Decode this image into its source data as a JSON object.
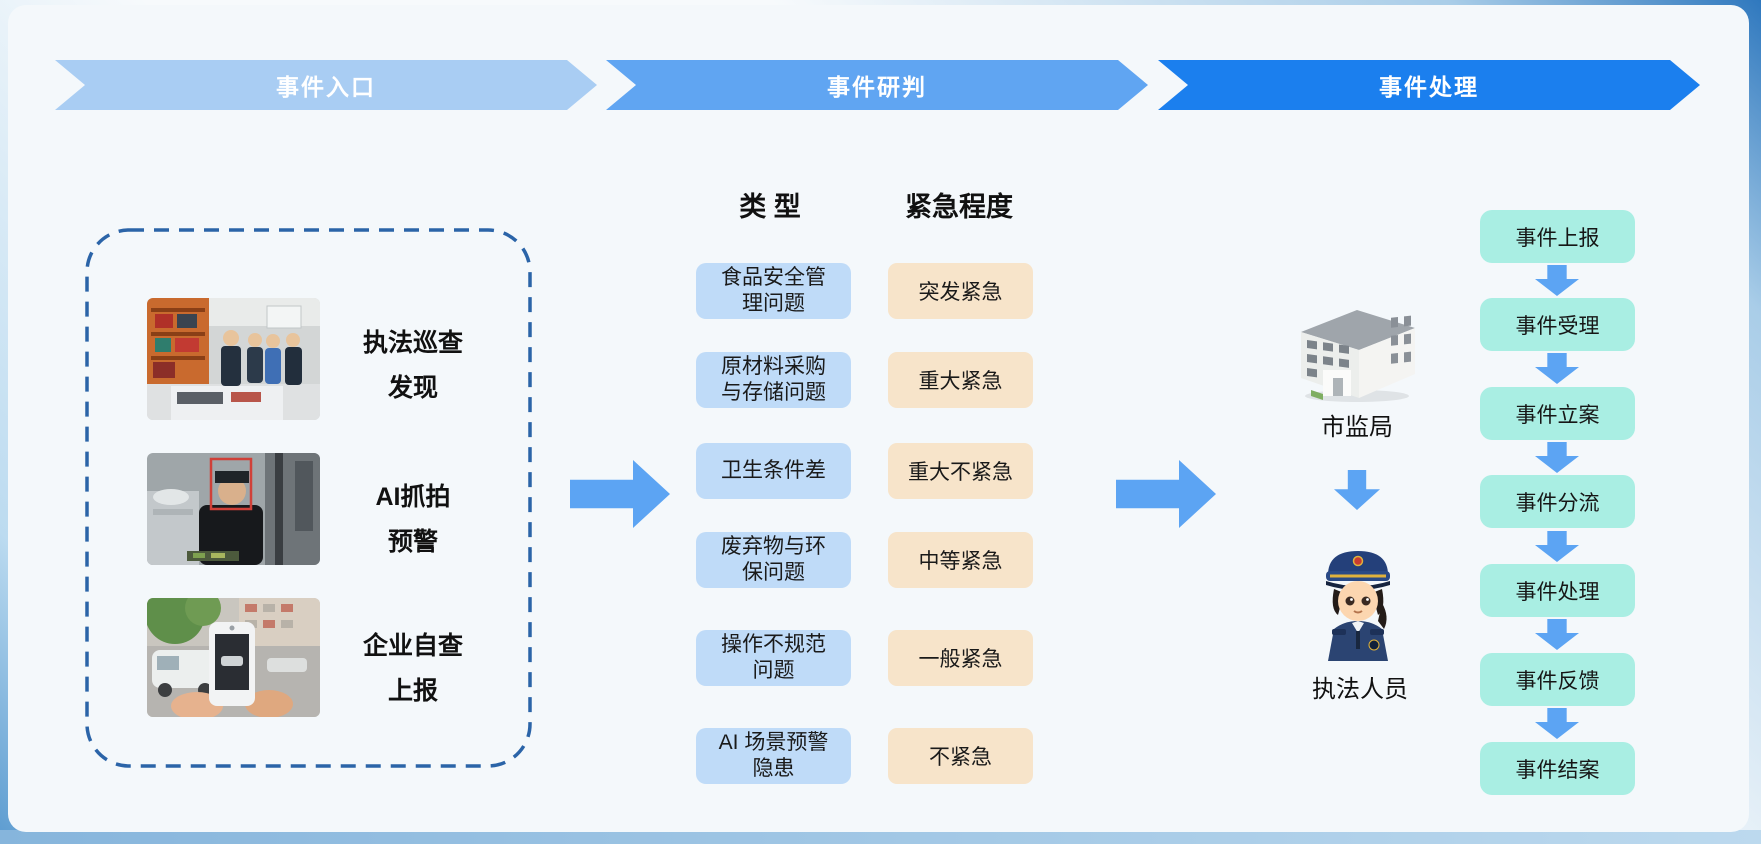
{
  "banners": [
    {
      "label": "事件入口",
      "color": "#a9cdf3"
    },
    {
      "label": "事件研判",
      "color": "#60a5f2"
    },
    {
      "label": "事件处理",
      "color": "#1b7fee"
    }
  ],
  "entry": {
    "items": [
      {
        "photo": "law-enforcement-inspection-photo",
        "label": "执法巡查\n发现"
      },
      {
        "photo": "ai-snapshot-warning-photo",
        "label": "AI抓拍\n预警"
      },
      {
        "photo": "enterprise-self-check-photo",
        "label": "企业自查\n上报"
      }
    ]
  },
  "analysis": {
    "type_header": "类 型",
    "urgency_header": "紧急程度",
    "rows": [
      {
        "type": "食品安全管\n理问题",
        "urgency": "突发紧急"
      },
      {
        "type": "原材料采购\n与存储问题",
        "urgency": "重大紧急"
      },
      {
        "type": "卫生条件差",
        "urgency": "重大不紧急"
      },
      {
        "type": "废弃物与环\n保问题",
        "urgency": "中等紧急"
      },
      {
        "type": "操作不规范\n问题",
        "urgency": "一般紧急"
      },
      {
        "type": "AI 场景预警\n隐患",
        "urgency": "不紧急"
      }
    ]
  },
  "processing": {
    "org_label": "市监局",
    "org_icon": "government-building-icon",
    "staff_label": "执法人员",
    "staff_icon": "enforcement-officer-icon",
    "steps": [
      "事件上报",
      "事件受理",
      "事件立案",
      "事件分流",
      "事件处理",
      "事件反馈",
      "事件结案"
    ]
  },
  "colors": {
    "type_box": "#bfdbf8",
    "urgency_box": "#f7e4ca",
    "step_box": "#a9eee3",
    "arrow": "#5ca4f3",
    "dashed_border": "#2b64a8"
  }
}
